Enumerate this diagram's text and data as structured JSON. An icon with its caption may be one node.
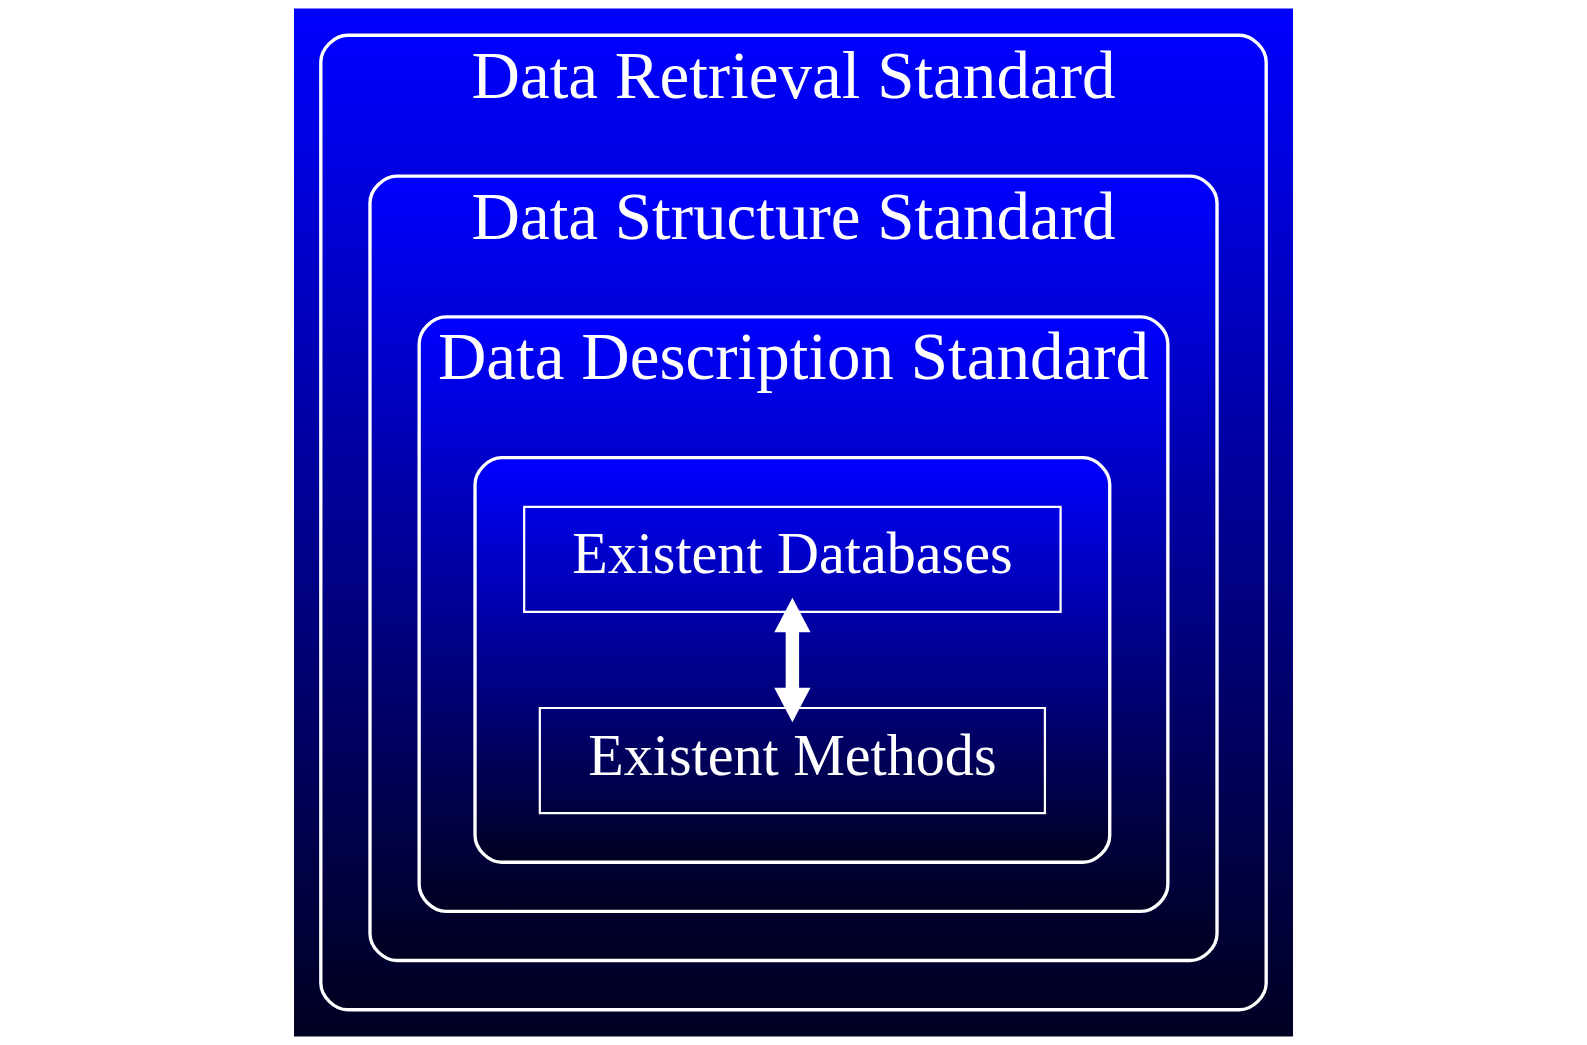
{
  "diagram": {
    "nodes": [
      {
        "text": [
          "Data Retrieval Standard"
        ]
      },
      {
        "text": [
          "Data Structure Standard"
        ],
        "in": 0
      },
      {
        "text": [
          "Data Description Standard"
        ],
        "in": 1
      },
      {
        "text": [],
        "shape": "ellipse",
        "in": 2
      },
      {
        "text": [
          "Existent Databases"
        ],
        "in": 3
      },
      {
        "text": [
          "Existent Methods"
        ],
        "in": 3
      }
    ],
    "edges": [
      {
        "from": 4,
        "to": 5,
        "arrow": "both"
      }
    ]
  }
}
